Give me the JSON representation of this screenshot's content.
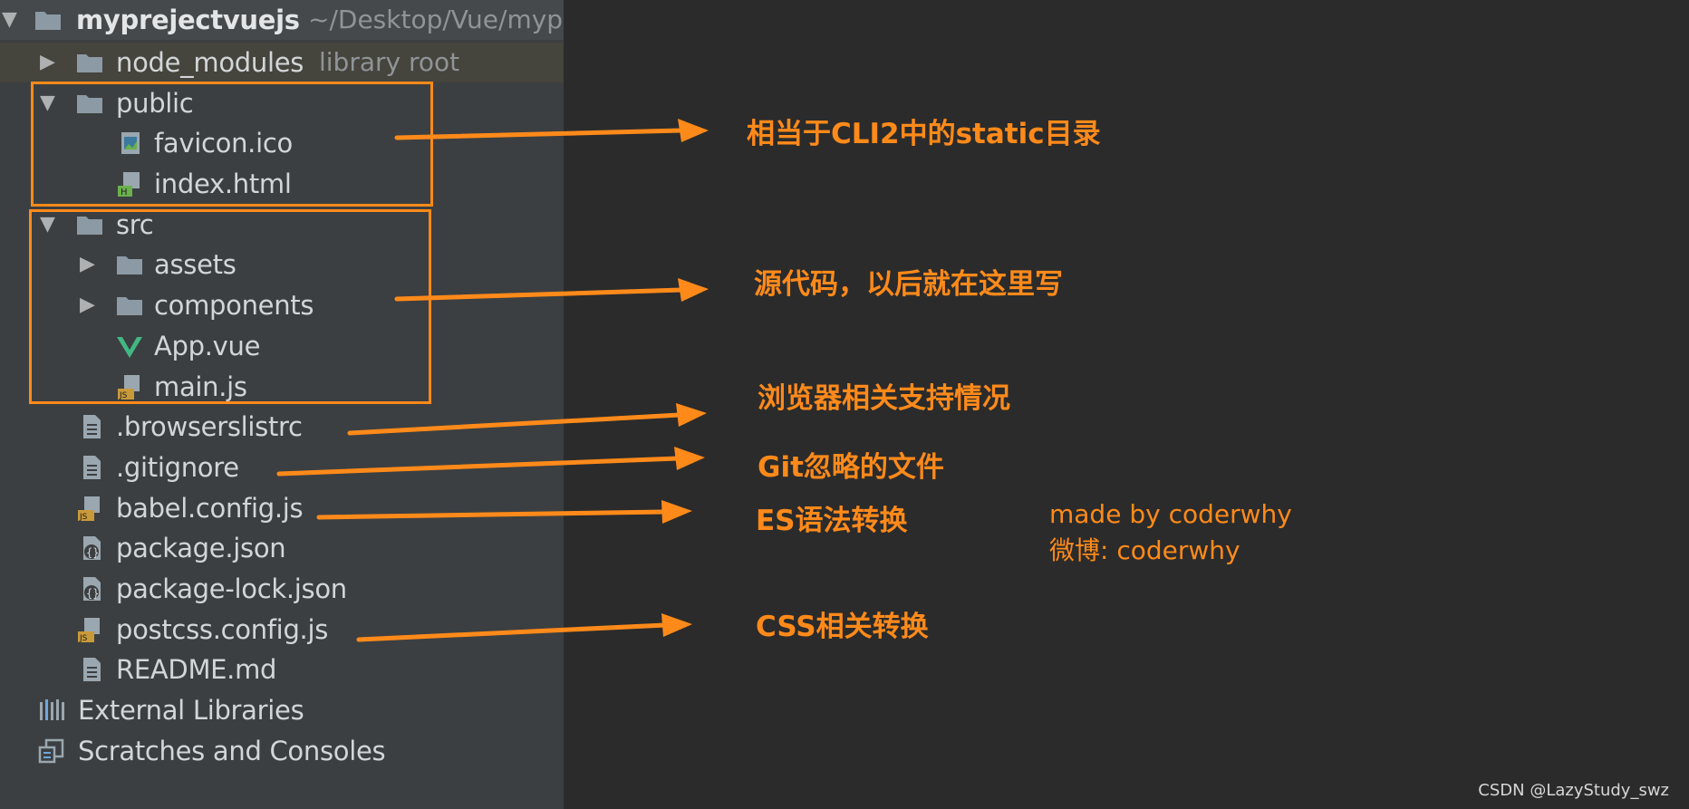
{
  "tree": {
    "root": {
      "name": "myprejectvuejs",
      "path": "~/Desktop/Vue/myp"
    },
    "node_modules": {
      "name": "node_modules",
      "hint": "library root"
    },
    "public": "public",
    "favicon": "favicon.ico",
    "index": "index.html",
    "src": "src",
    "assets": "assets",
    "components": "components",
    "app": "App.vue",
    "main": "main.js",
    "browserslist": ".browserslistrc",
    "gitignore": ".gitignore",
    "babel": "babel.config.js",
    "package": "package.json",
    "package_lock": "package-lock.json",
    "postcss": "postcss.config.js",
    "readme": "README.md",
    "external": "External Libraries",
    "scratches": "Scratches and Consoles"
  },
  "annotations": {
    "public": "相当于CLI2中的static目录",
    "src": "源代码，以后就在这里写",
    "browserslist": "浏览器相关支持情况",
    "gitignore": "Git忽略的文件",
    "babel": "ES语法转换",
    "postcss": "CSS相关转换"
  },
  "signature": {
    "line1": "made by coderwhy",
    "line2": "微博: coderwhy"
  },
  "watermark": "CSDN @LazyStudy_swz",
  "colors": {
    "annotation": "#ff8a1a",
    "panel": "#3c3f41",
    "editor": "#2b2b2b",
    "vue_green": "#41b883"
  }
}
